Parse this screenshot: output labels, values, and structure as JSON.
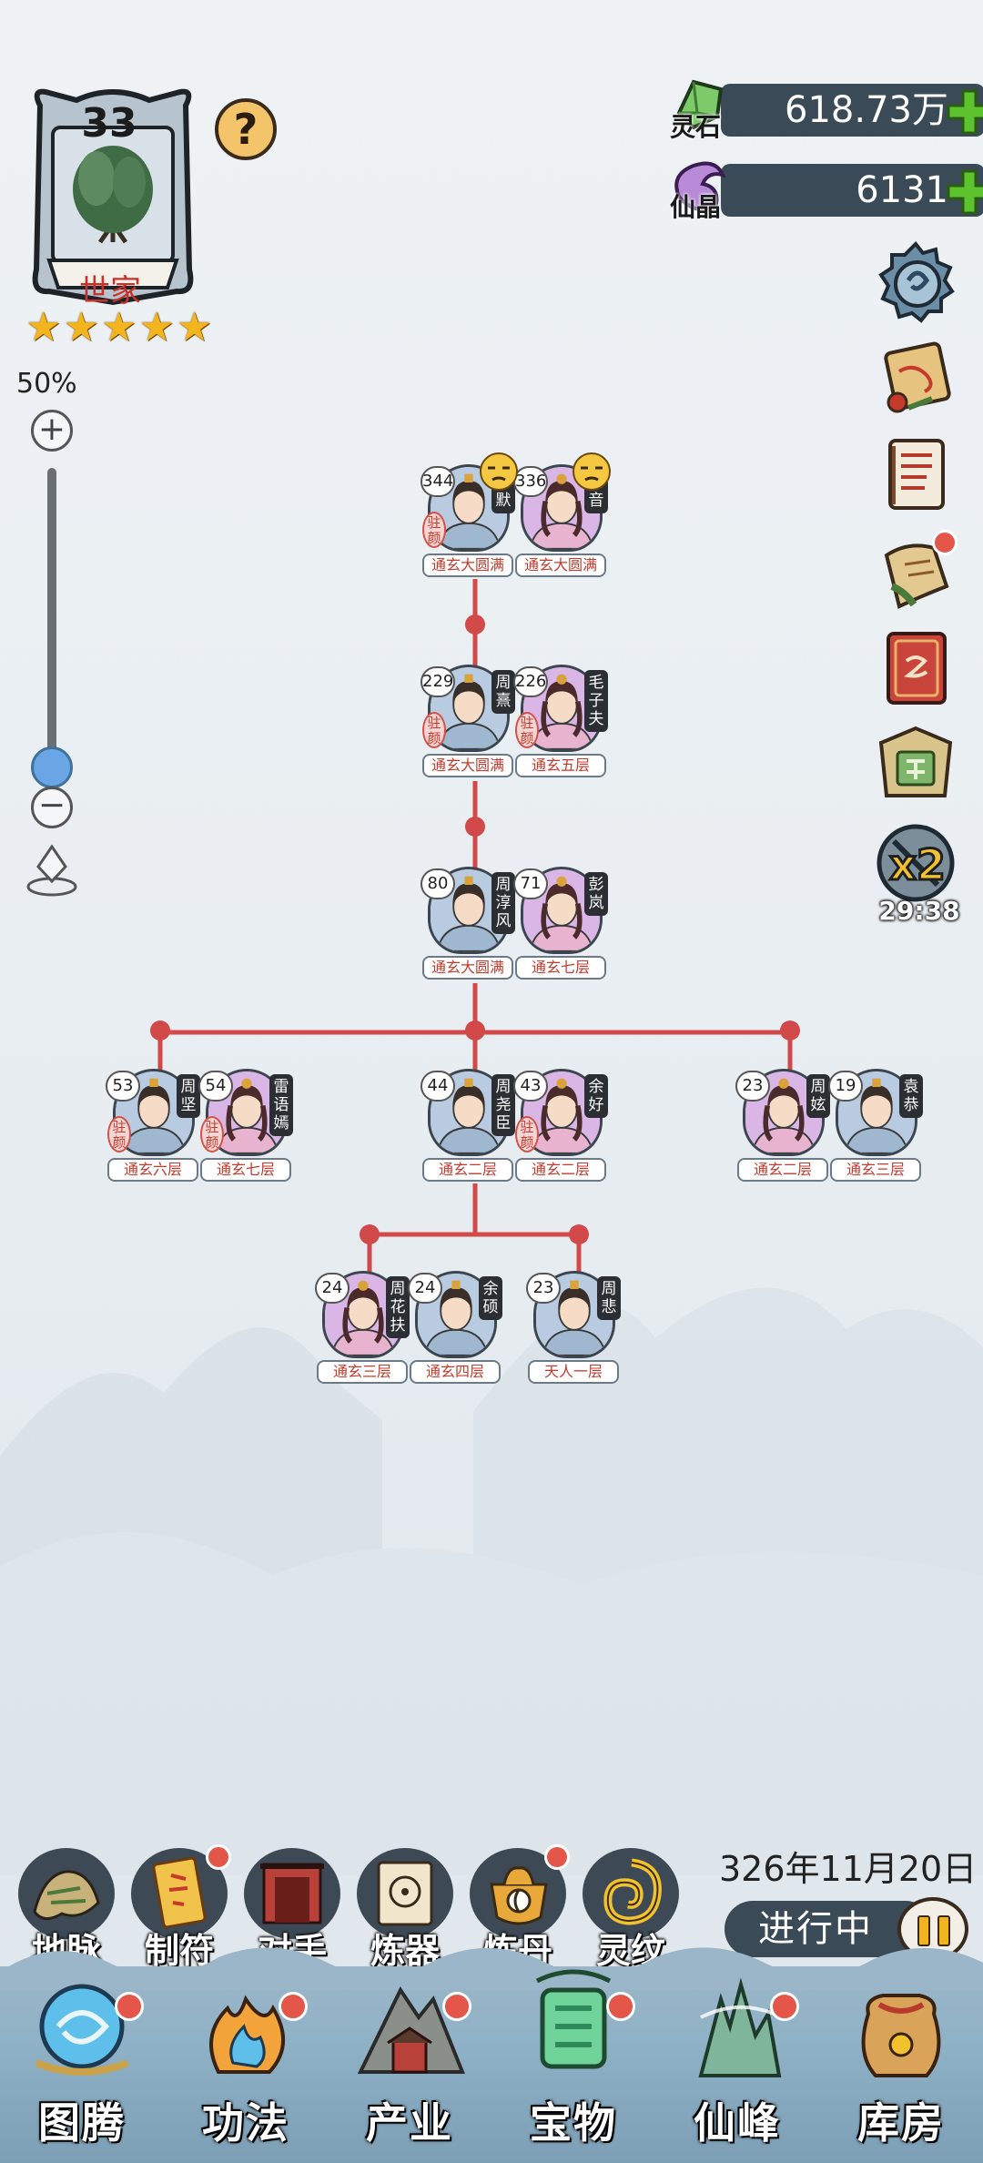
{
  "clan": {
    "level": "33",
    "name": "世家",
    "stars": [
      "★",
      "★",
      "★",
      "★",
      "★"
    ],
    "help_label": "?"
  },
  "zoom": {
    "percent": "50%",
    "level_fraction": 0.5,
    "plus": "+",
    "minus": "−"
  },
  "currency": [
    {
      "label": "灵石",
      "value": "618.73万",
      "icon": "spirit-stone-icon"
    },
    {
      "label": "仙晶",
      "value": "6131",
      "icon": "immortal-crystal-icon"
    }
  ],
  "side_buttons": [
    {
      "icon": "settings-gear-icon",
      "badge": false
    },
    {
      "icon": "scroll-map-icon",
      "badge": false
    },
    {
      "icon": "notebook-icon",
      "badge": false
    },
    {
      "icon": "bamboo-scroll-icon",
      "badge": true
    },
    {
      "icon": "red-book-icon",
      "badge": false
    },
    {
      "icon": "plaque-icon",
      "badge": false
    },
    {
      "icon": "speed-x2-icon",
      "badge": false,
      "label": "x2",
      "timer": "29:38"
    }
  ],
  "tree": {
    "couples": [
      {
        "id": "g1",
        "members": [
          {
            "age": "344",
            "name": "子默",
            "realm": "通玄大圆满",
            "status": "驻颜",
            "gender": "m",
            "emoji": true
          },
          {
            "age": "336",
            "name": "幻音",
            "realm": "通玄大圆满",
            "status": "",
            "gender": "f",
            "emoji": true
          }
        ]
      },
      {
        "id": "g2",
        "members": [
          {
            "age": "229",
            "name": "周熹",
            "realm": "通玄大圆满",
            "status": "驻颜",
            "gender": "m"
          },
          {
            "age": "226",
            "name": "毛子夫",
            "realm": "通玄五层",
            "status": "驻颜",
            "gender": "f"
          }
        ]
      },
      {
        "id": "g3",
        "members": [
          {
            "age": "80",
            "name": "周淳风",
            "realm": "通玄大圆满",
            "status": "",
            "gender": "m"
          },
          {
            "age": "71",
            "name": "彭岚",
            "realm": "通玄七层",
            "status": "",
            "gender": "f"
          }
        ]
      },
      {
        "id": "g4a",
        "members": [
          {
            "age": "53",
            "name": "周坚",
            "realm": "通玄六层",
            "status": "驻颜",
            "gender": "m"
          },
          {
            "age": "54",
            "name": "雷语嫣",
            "realm": "通玄七层",
            "status": "驻颜",
            "gender": "f"
          }
        ]
      },
      {
        "id": "g4b",
        "members": [
          {
            "age": "44",
            "name": "周尧臣",
            "realm": "通玄二层",
            "status": "",
            "gender": "m"
          },
          {
            "age": "43",
            "name": "余好",
            "realm": "通玄二层",
            "status": "驻颜",
            "gender": "f"
          }
        ]
      },
      {
        "id": "g4c",
        "members": [
          {
            "age": "23",
            "name": "周妶",
            "realm": "通玄二层",
            "status": "",
            "gender": "f"
          },
          {
            "age": "19",
            "name": "袁恭",
            "realm": "通玄三层",
            "status": "",
            "gender": "m"
          }
        ]
      },
      {
        "id": "g5a",
        "members": [
          {
            "age": "24",
            "name": "周花扶",
            "realm": "通玄三层",
            "status": "",
            "gender": "f"
          },
          {
            "age": "24",
            "name": "余硕",
            "realm": "通玄四层",
            "status": "",
            "gender": "m"
          }
        ]
      },
      {
        "id": "g5b",
        "members": [
          {
            "age": "23",
            "name": "周悲",
            "realm": "天人一层",
            "status": "",
            "gender": "m"
          }
        ]
      }
    ]
  },
  "features": [
    {
      "label": "地脉",
      "icon": "earth-vein-icon",
      "badge": false
    },
    {
      "label": "制符",
      "icon": "talisman-icon",
      "badge": true
    },
    {
      "label": "对手",
      "icon": "rival-gate-icon",
      "badge": false
    },
    {
      "label": "炼器",
      "icon": "forge-scroll-icon",
      "badge": false
    },
    {
      "label": "炼丹",
      "icon": "alchemy-cauldron-icon",
      "badge": true
    },
    {
      "label": "灵纹",
      "icon": "spirit-pattern-icon",
      "badge": false
    }
  ],
  "game_date": "326年11月20日",
  "progress_label": "进行中",
  "nav": [
    {
      "label": "图腾",
      "icon": "totem-orb-icon",
      "badge": true
    },
    {
      "label": "功法",
      "icon": "technique-flame-icon",
      "badge": true
    },
    {
      "label": "产业",
      "icon": "industry-mountain-icon",
      "badge": true
    },
    {
      "label": "宝物",
      "icon": "treasure-jade-icon",
      "badge": true
    },
    {
      "label": "仙峰",
      "icon": "immortal-peak-icon",
      "badge": true
    },
    {
      "label": "库房",
      "icon": "storehouse-bag-icon",
      "badge": false
    }
  ],
  "colors": {
    "tree_line": "#d2494a",
    "realm_text": "#c63a2c",
    "currency_bar": "#3a4a56",
    "plus_green": "#5cc22d",
    "badge_red": "#e5564a"
  }
}
